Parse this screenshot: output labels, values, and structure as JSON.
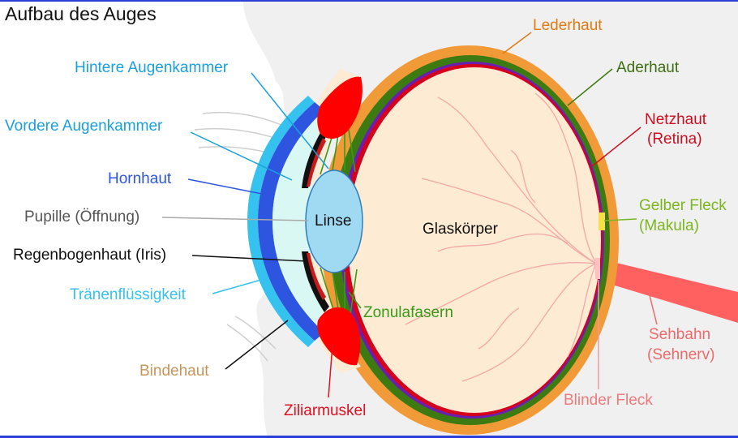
{
  "title": "Aufbau des Auges",
  "colors": {
    "frame": "#2b3fd6",
    "background_gray": "#f0f0f0",
    "sclera": "#f19a38",
    "choroid": "#3d7a12",
    "retina": "#d4001c",
    "vitreous": "#fdebd3",
    "cornea": "#2e55e0",
    "tear_film": "#35c2ef",
    "aqueous": "#d9f7f3",
    "lens": "#9fd9f2",
    "ciliary": "#ff0000",
    "zonule": "#3a9a1a",
    "optic_nerve": "#ff6060"
  },
  "labels": {
    "hintere_augenkammer": {
      "text": "Hintere Augenkammer",
      "color": "#1aa0dc"
    },
    "vordere_augenkammer": {
      "text": "Vordere Augenkammer",
      "color": "#1aa0dc"
    },
    "hornhaut": {
      "text": "Hornhaut",
      "color": "#2e55e0"
    },
    "pupille": {
      "text": "Pupille (Öffnung)",
      "color": "#555555"
    },
    "regenbogenhaut": {
      "text": "Regenbogenhaut (Iris)",
      "color": "#111111"
    },
    "traenenfluessigkeit": {
      "text": "Tränenflüssigkeit",
      "color": "#35c2ef"
    },
    "bindehaut": {
      "text": "Bindehaut",
      "color": "#c8965a"
    },
    "lederhaut": {
      "text": "Lederhaut",
      "color": "#e07a12"
    },
    "aderhaut": {
      "text": "Aderhaut",
      "color": "#3d6e12"
    },
    "netzhaut_line1": {
      "text": "Netzhaut",
      "color": "#cc1020"
    },
    "netzhaut_line2": {
      "text": "(Retina)",
      "color": "#cc1020"
    },
    "gelber_fleck_line1": {
      "text": "Gelber Fleck",
      "color": "#7cb51e"
    },
    "gelber_fleck_line2": {
      "text": "(Makula)",
      "color": "#7cb51e"
    },
    "sehbahn_line1": {
      "text": "Sehbahn",
      "color": "#ee6b6b"
    },
    "sehbahn_line2": {
      "text": "(Sehnerv)",
      "color": "#ee6b6b"
    },
    "blinder_fleck": {
      "text": "Blinder Fleck",
      "color": "#ee7b7b"
    },
    "ziliarmuskel": {
      "text": "Ziliarmuskel",
      "color": "#e01020"
    },
    "zonulafasern": {
      "text": "Zonulafasern",
      "color": "#3a9a1a"
    },
    "linse": {
      "text": "Linse",
      "color": "#111111"
    },
    "glaskoerper": {
      "text": "Glaskörper",
      "color": "#111111"
    }
  }
}
